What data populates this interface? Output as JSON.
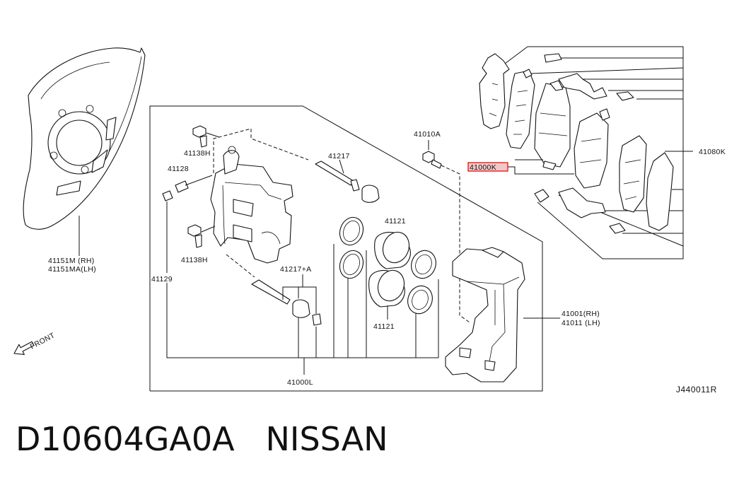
{
  "diagram_code": "J440011R",
  "labels": {
    "p41151": [
      "41151M  (RH)",
      "41151MA(LH)"
    ],
    "p41138h_top": "41138H",
    "p41128": "41128",
    "p41138h_bottom": "41138H",
    "p41129": "41129",
    "p41217": "41217",
    "p41217a": "41217+A",
    "p41121_top": "41121",
    "p41121_bottom": "41121",
    "p41010a": "41010A",
    "p41000k": "41000K",
    "p41080k": "41080K",
    "p41001": [
      "41001(RH)",
      "41011 (LH)"
    ],
    "p41000l": "41000L",
    "front": "FRONT"
  },
  "footer": {
    "part_number": "D10604GA0A",
    "brand": "NISSAN"
  },
  "colors": {
    "line": "#111111",
    "highlight": "#e00000",
    "highlight_fill": "#f4c7c7"
  }
}
